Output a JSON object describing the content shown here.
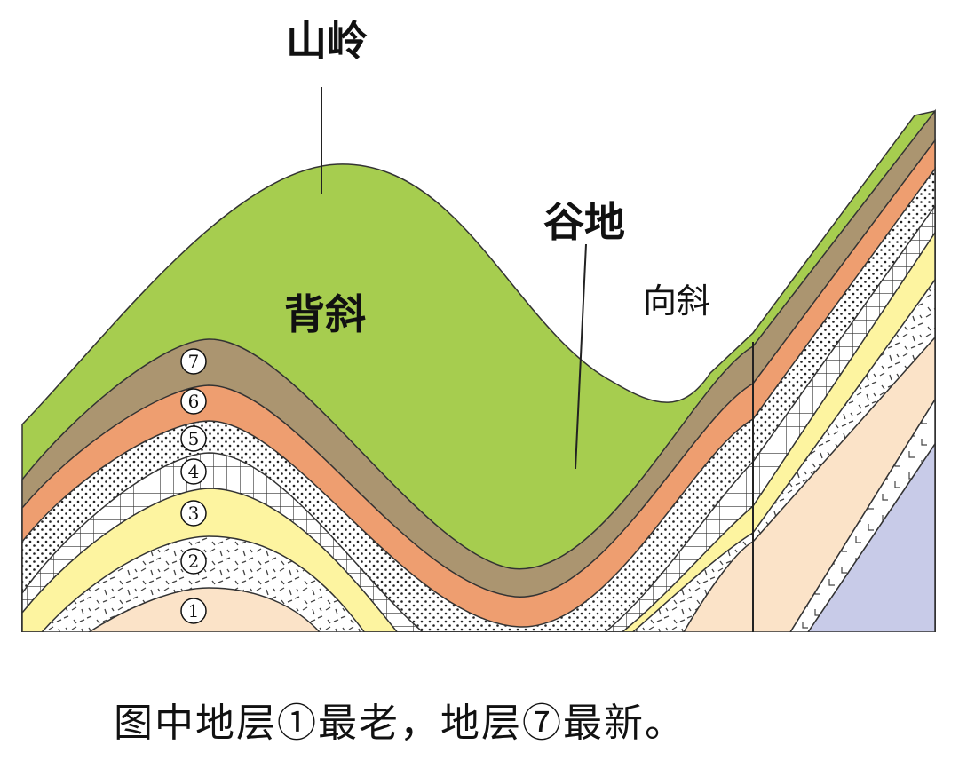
{
  "labels": {
    "mountain": "山岭",
    "valley": "谷地",
    "anticline": "背斜",
    "syncline": "向斜"
  },
  "layers": [
    {
      "id": "1",
      "glyph": "①",
      "color": "#fbe3c8",
      "pattern": "plain"
    },
    {
      "id": "2",
      "glyph": "②",
      "color": "#ffffff",
      "pattern": "dashes"
    },
    {
      "id": "3",
      "glyph": "③",
      "color": "#fdf4a0",
      "pattern": "plain"
    },
    {
      "id": "4",
      "glyph": "④",
      "color": "#ffffff",
      "pattern": "grid"
    },
    {
      "id": "5",
      "glyph": "⑤",
      "color": "#ffffff",
      "pattern": "dots"
    },
    {
      "id": "6",
      "glyph": "⑥",
      "color": "#ee9e70",
      "pattern": "plain"
    },
    {
      "id": "7",
      "glyph": "⑦",
      "color": "#ab9570",
      "pattern": "plain"
    }
  ],
  "surface_color": "#a6cd4f",
  "base_color": "#c8cbe8",
  "caption": "图中地层①最老，地层⑦最新。"
}
